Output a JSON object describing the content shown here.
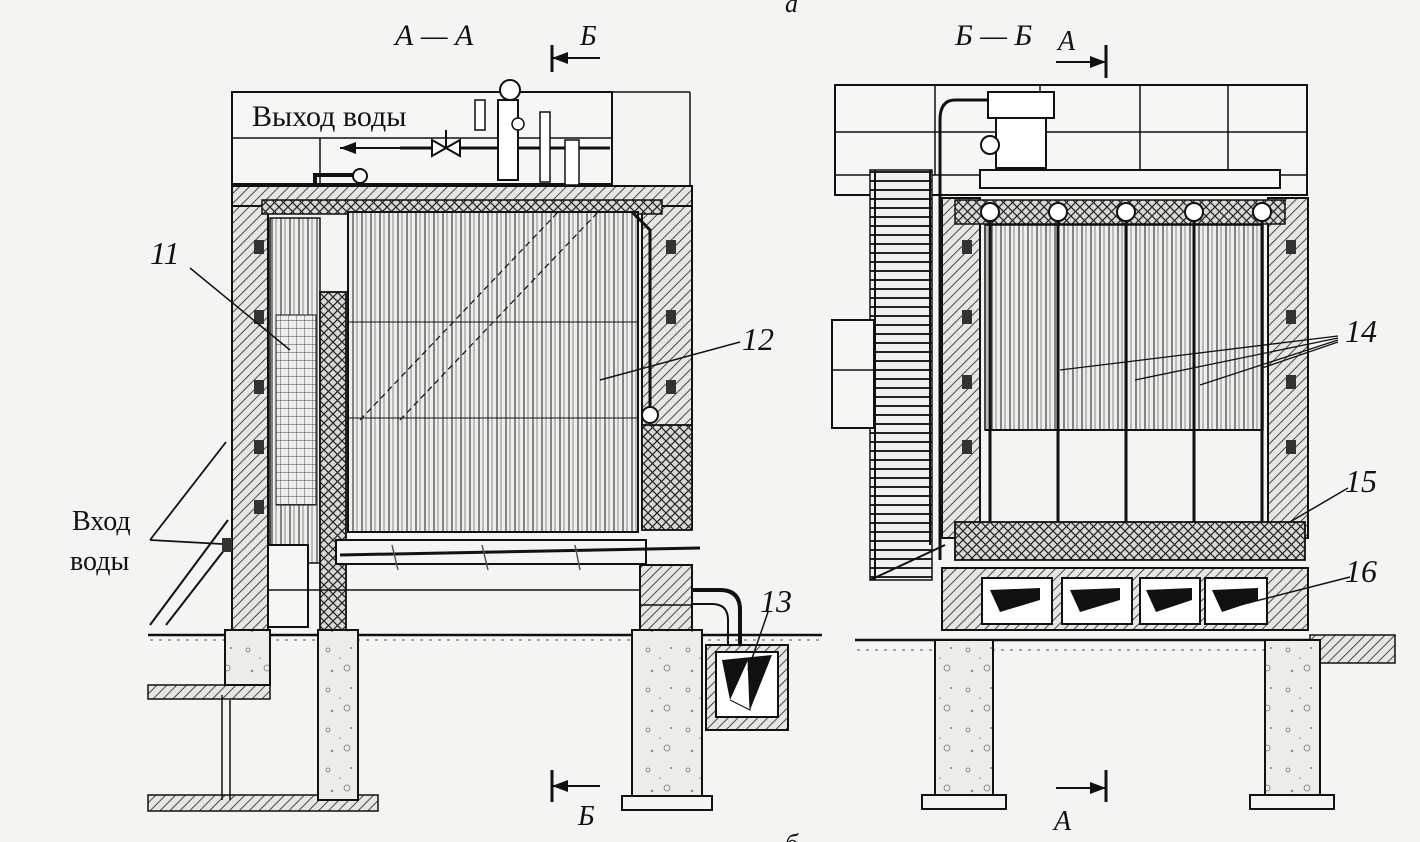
{
  "page_letter_top": "а",
  "page_letter_bottom": "б",
  "left_view": {
    "section_title": "А — А",
    "cut_marker_top": "Б",
    "cut_marker_bottom": "Б",
    "water_outlet": "Выход воды",
    "water_inlet_line1": "Вход",
    "water_inlet_line2": "воды",
    "callouts": [
      "11",
      "12",
      "13"
    ]
  },
  "right_view": {
    "section_title": "Б — Б",
    "cut_marker_top": "А",
    "cut_marker_bottom": "А",
    "callouts": [
      "14",
      "15",
      "16"
    ]
  }
}
